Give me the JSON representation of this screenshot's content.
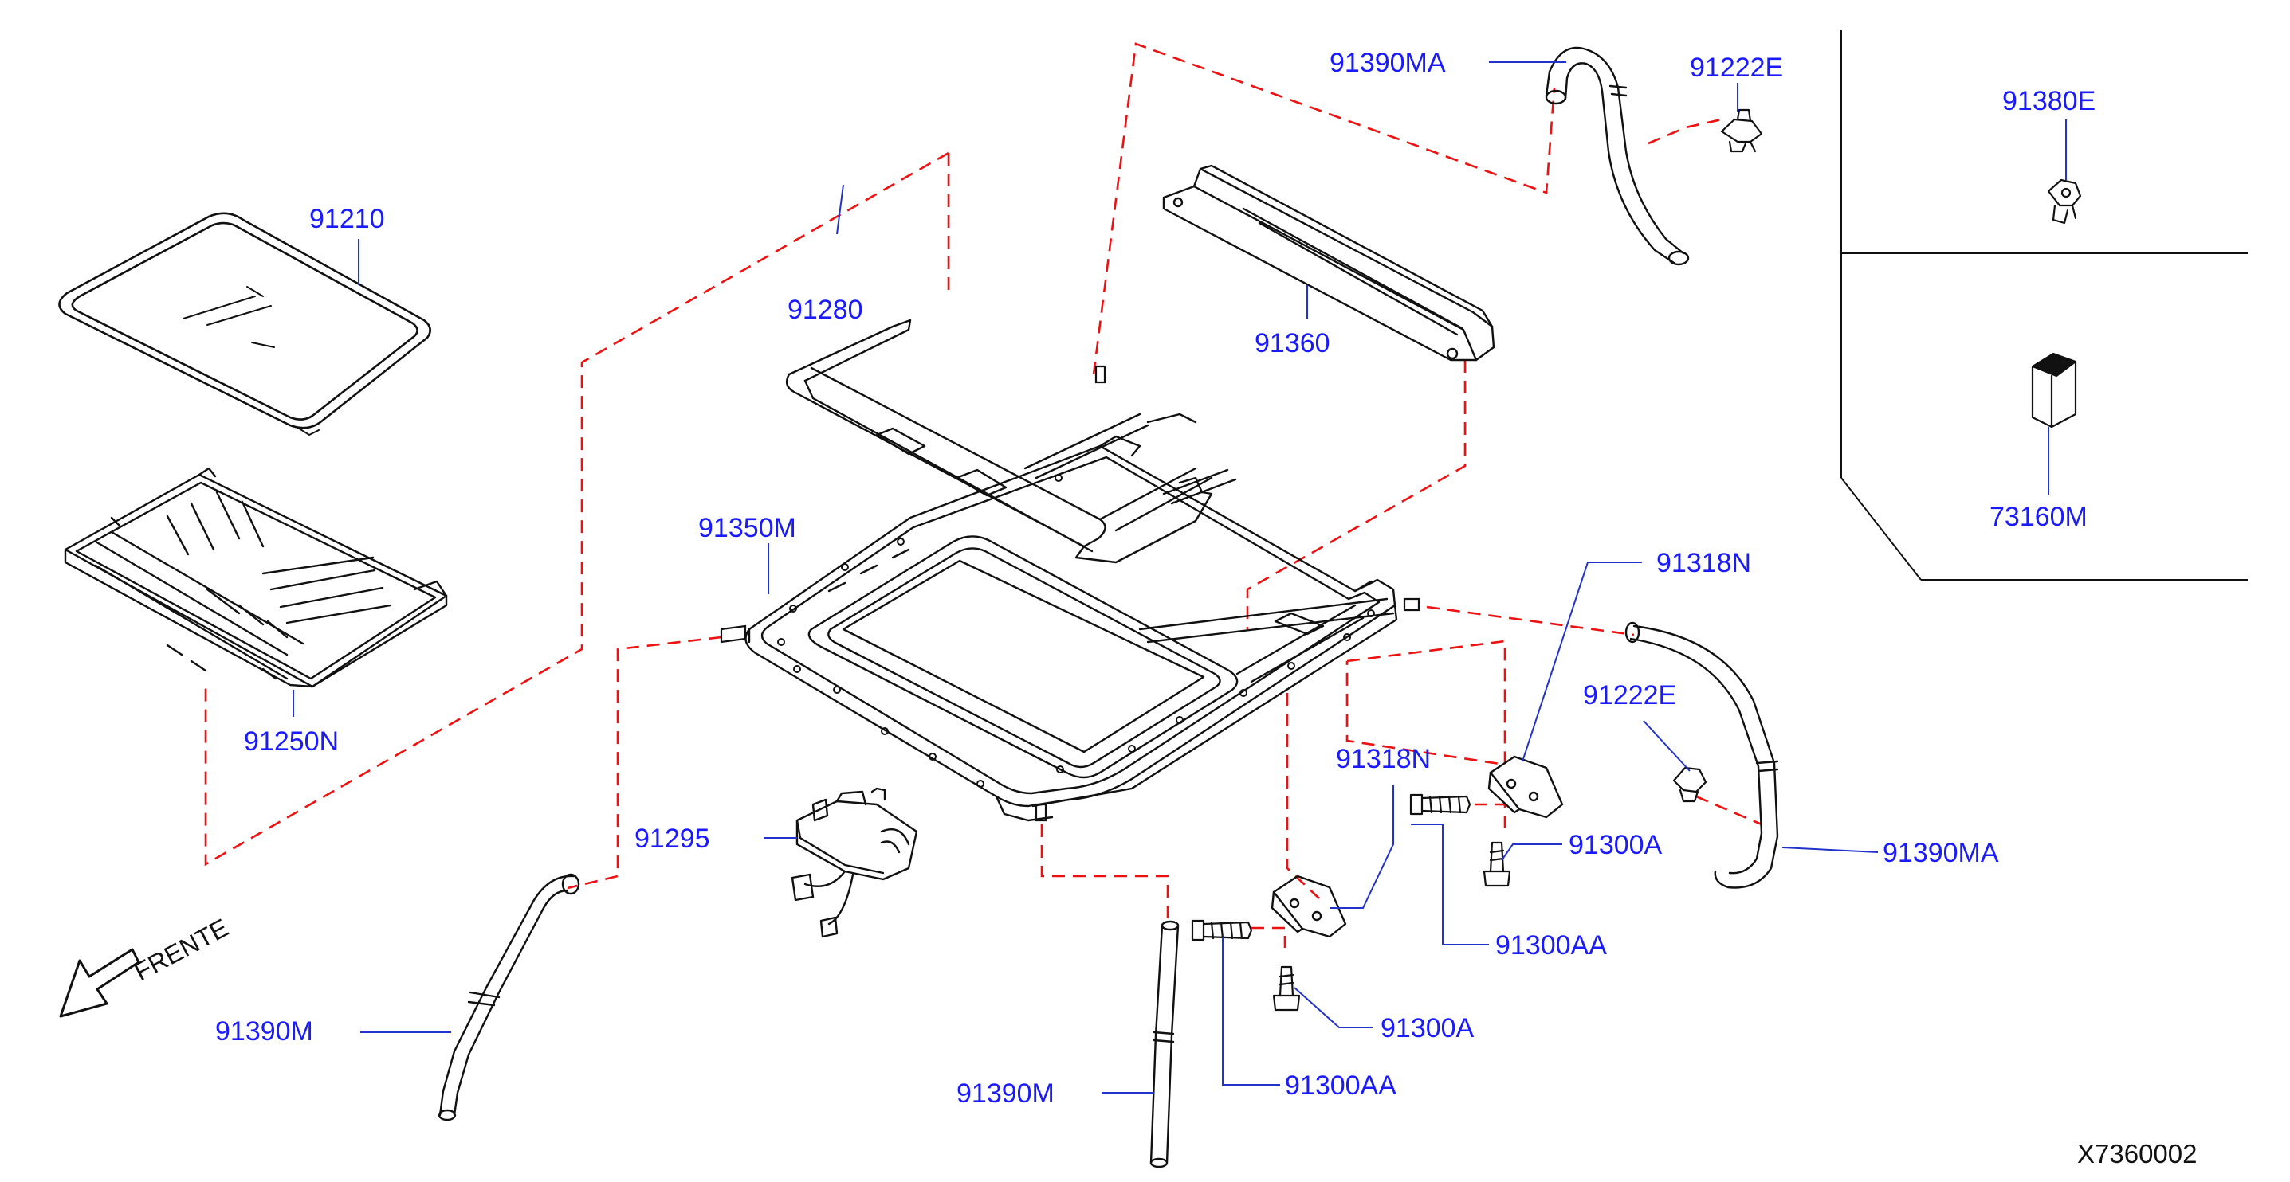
{
  "diagram": {
    "colors": {
      "label": "#1a1aff",
      "leader": "#2233cc",
      "dash": "#ee1111",
      "line": "#111111",
      "paper": "#ffffff"
    },
    "labels": {
      "p91210": "91210",
      "p91250n": "91250N",
      "p91280": "91280",
      "p91360": "91360",
      "p91390ma_top": "91390MA",
      "p91222e_top": "91222E",
      "p91380e": "91380E",
      "p73160m": "73160M",
      "p91350m": "91350M",
      "p91318n_right": "91318N",
      "p91222e_mid": "91222E",
      "p91318n_mid": "91318N",
      "p91300a_right": "91300A",
      "p91390ma_right": "91390MA",
      "p91295": "91295",
      "p91300aa_right": "91300AA",
      "p91300a_mid": "91300A",
      "p91390m_left": "91390M",
      "p91300aa_bottom": "91300AA",
      "p91390m_bottom": "91390M"
    },
    "direction_label": "FRENTE",
    "drawing_code": "X7360002"
  }
}
